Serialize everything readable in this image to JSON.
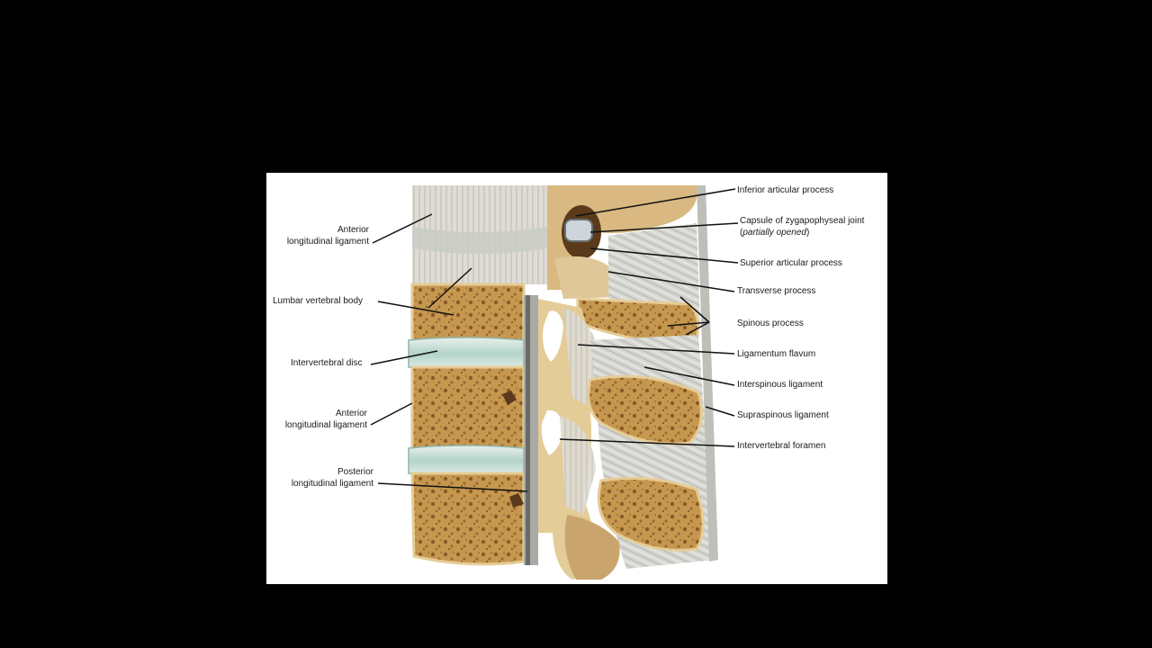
{
  "diagram": {
    "labels": {
      "anterior_ll_top": [
        "Anterior",
        "longitudinal ligament"
      ],
      "lumbar_vertebral_body": "Lumbar vertebral body",
      "intervertebral_disc": "Intervertebral disc",
      "anterior_ll_bottom": [
        "Anterior",
        "longitudinal ligament"
      ],
      "posterior_ll": [
        "Posterior",
        "longitudinal ligament"
      ],
      "inferior_articular_process": "Inferior articular process",
      "capsule_zygapophyseal_joint": "Capsule of zygapophyseal joint",
      "capsule_note_open": "(",
      "capsule_note_italic": "partially opened",
      "capsule_note_close": ")",
      "superior_articular_process": "Superior articular process",
      "transverse_process": "Transverse process",
      "spinous_process": "Spinous process",
      "ligamentum_flavum": "Ligamentum flavum",
      "interspinous_ligament": "Interspinous ligament",
      "supraspinous_ligament": "Supraspinous ligament",
      "intervertebral_foramen": "Intervertebral foramen"
    },
    "colors": {
      "background": "#000000",
      "panel": "#ffffff",
      "bone": "#c89a52",
      "bone_dark": "#8a5a26",
      "cortex": "#e6cc95",
      "disc": "#bcd9d0",
      "ligament": "#d4d4cf",
      "leader": "#111111"
    }
  }
}
